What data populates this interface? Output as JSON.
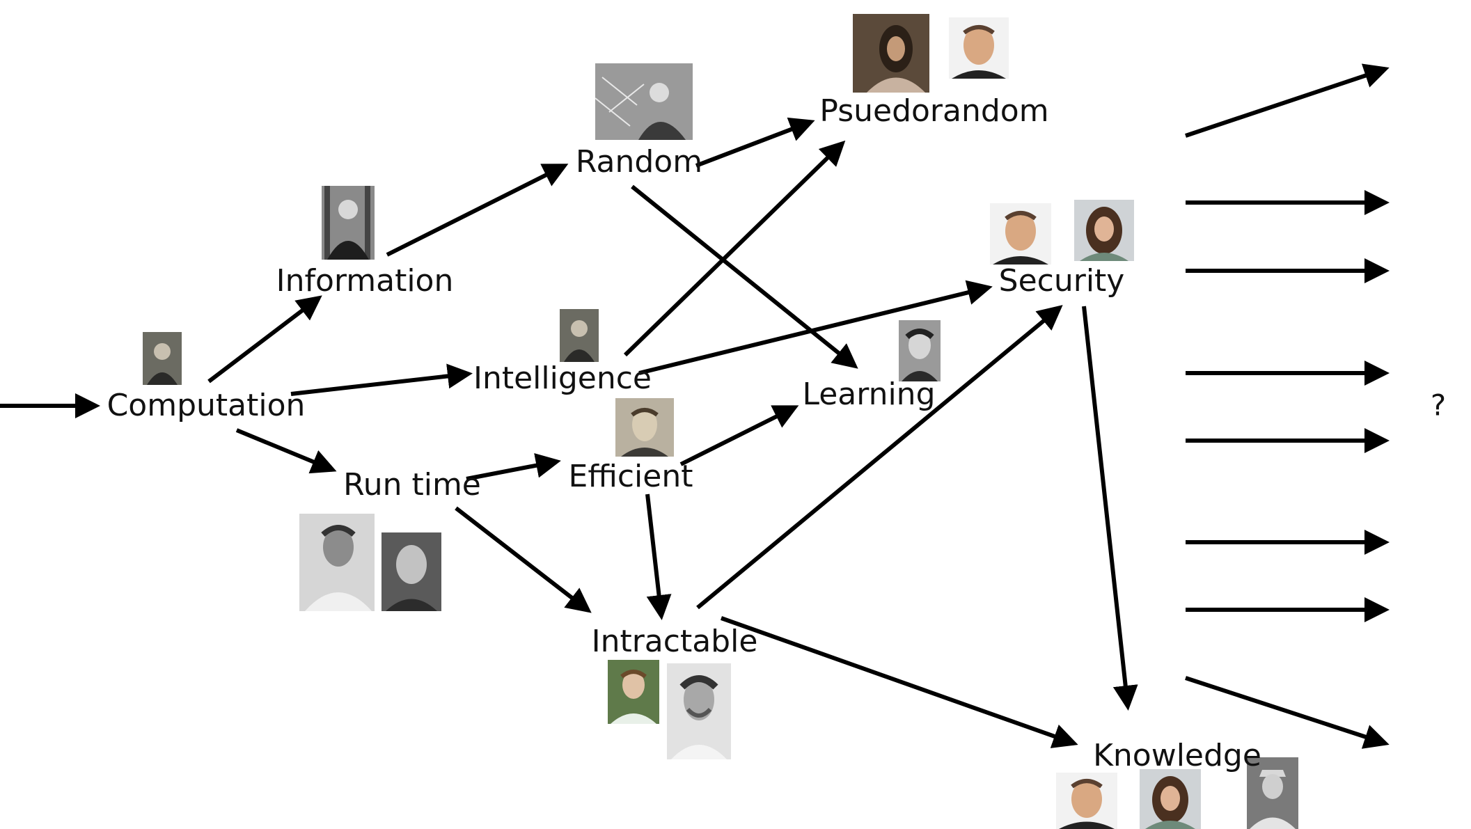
{
  "nodes": {
    "computation": "Computation",
    "information": "Information",
    "run_time": "Run time",
    "intelligence": "Intelligence",
    "random": "Random",
    "efficient": "Efficient",
    "pseudorandom": "Psuedorandom",
    "learning": "Learning",
    "intractable": "Intractable",
    "security": "Security",
    "knowledge": "Knowledge"
  },
  "future_label": "?",
  "colors": {
    "arrow": "#000000",
    "text": "#111111",
    "background": "#ffffff"
  }
}
